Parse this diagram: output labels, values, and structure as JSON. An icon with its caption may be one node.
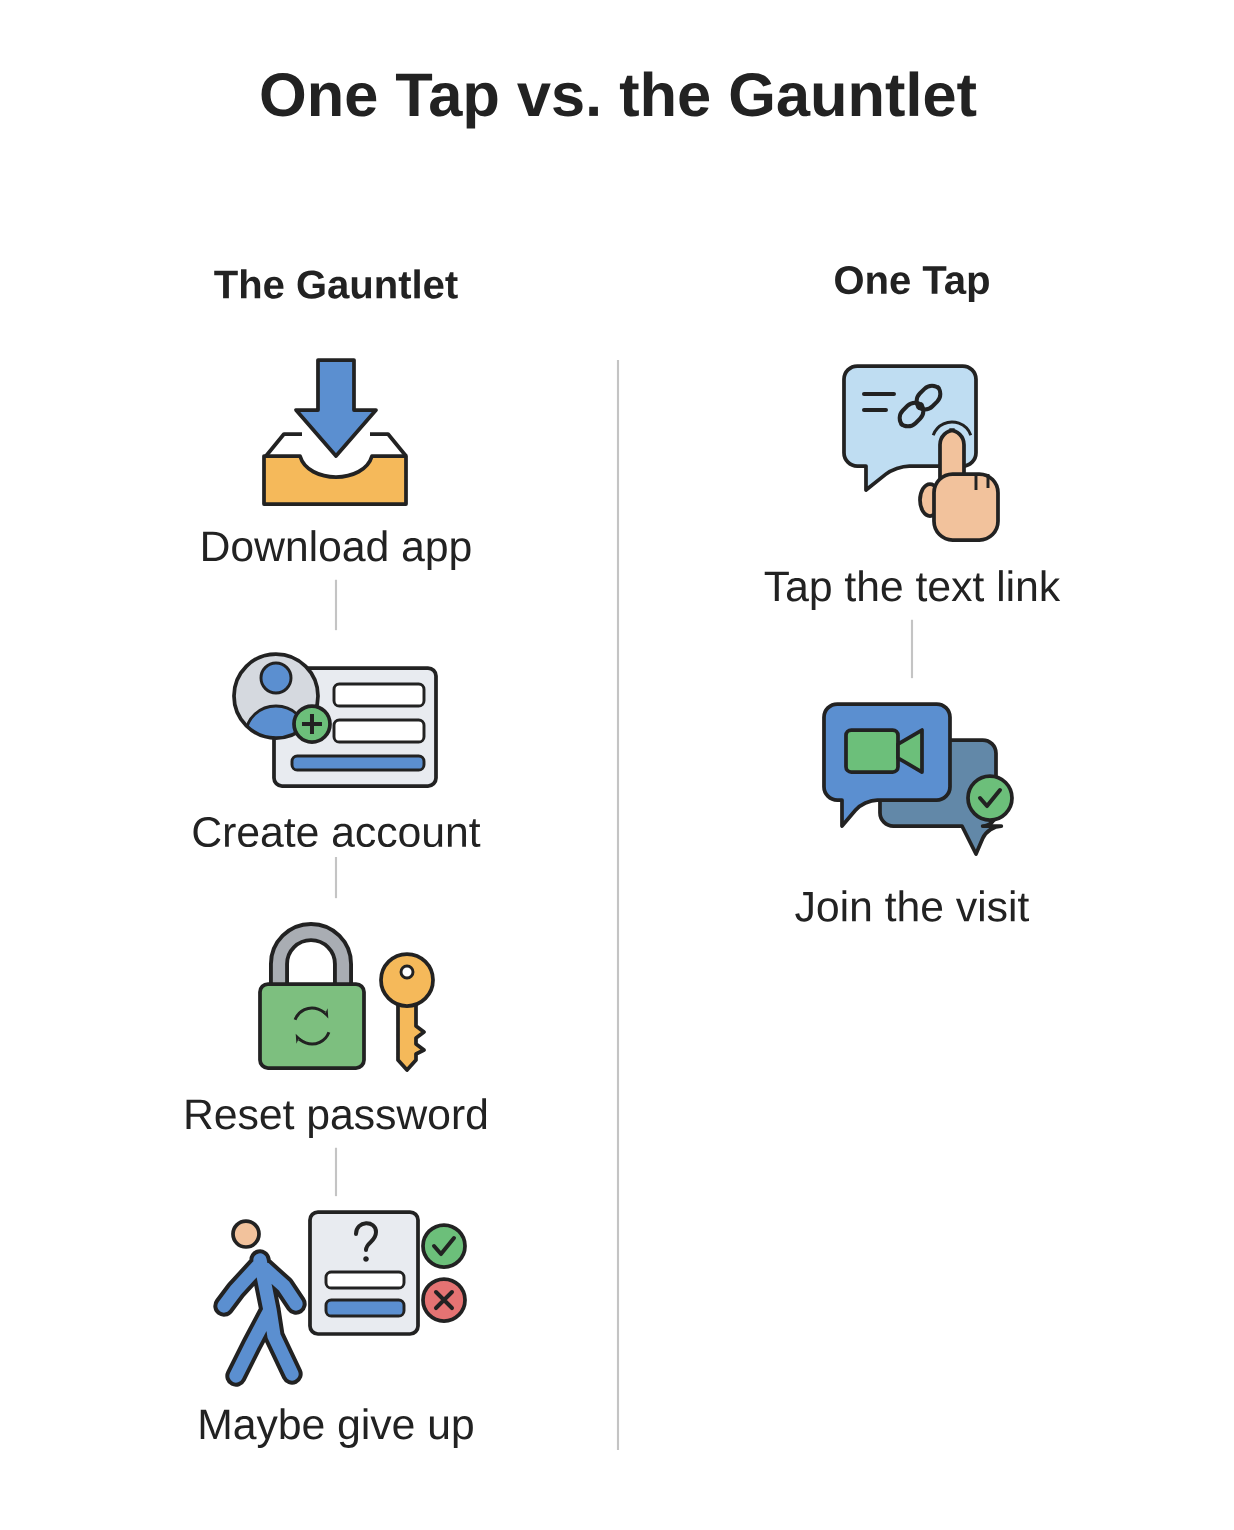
{
  "diagram": {
    "title": "One Tap vs. the Gauntlet",
    "nodes": [
      {
        "text": [],
        "shape": "picture"
      },
      {
        "text": [
          "Download app"
        ]
      },
      {
        "text": [],
        "shape": "picture"
      },
      {
        "text": [
          "Create account"
        ]
      },
      {
        "text": [],
        "shape": "picture"
      },
      {
        "text": [
          "Reset password"
        ]
      },
      {
        "text": [],
        "shape": "picture"
      },
      {
        "text": [
          "Maybe give up"
        ]
      },
      {
        "text": [],
        "shape": "picture"
      },
      {
        "text": [
          "Tap the text link"
        ]
      },
      {
        "text": [],
        "shape": "picture"
      },
      {
        "text": [
          "Join the visit"
        ]
      }
    ],
    "edges": [
      {
        "from": 1,
        "to": 2,
        "arrow": "none"
      },
      {
        "from": 3,
        "to": 4,
        "arrow": "none"
      },
      {
        "from": 5,
        "to": 6,
        "arrow": "none"
      },
      {
        "from": 9,
        "to": 10,
        "arrow": "none"
      }
    ],
    "labels": [
      "The Gauntlet",
      "One Tap"
    ]
  }
}
